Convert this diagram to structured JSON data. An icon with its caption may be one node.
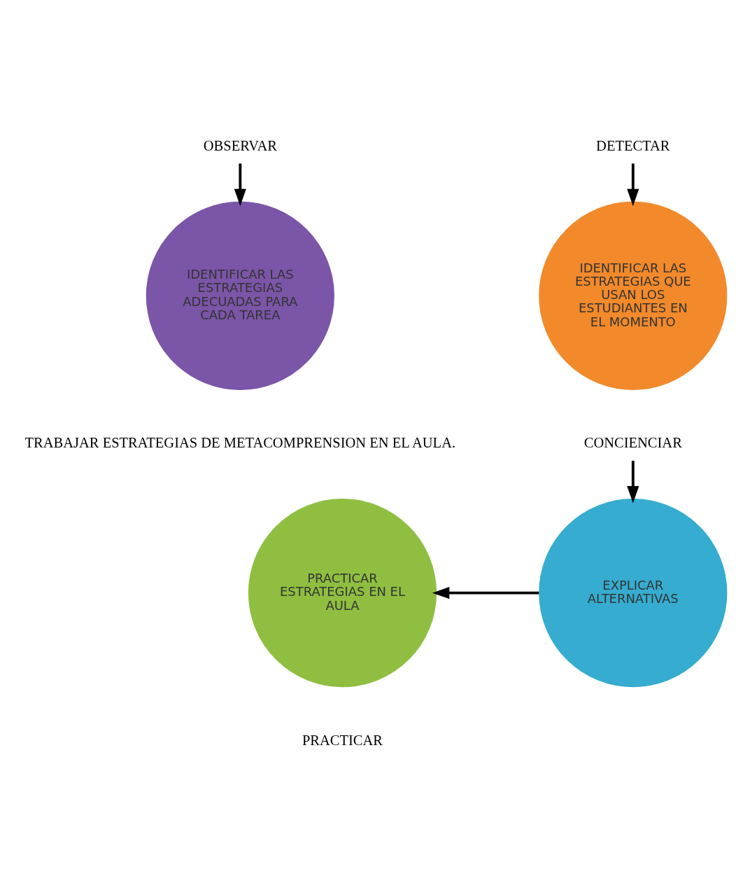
{
  "diagram": {
    "nodes": [
      {
        "text": [
          "OBSERVAR"
        ]
      },
      {
        "text": [
          "DETECTAR"
        ]
      },
      {
        "text": [
          "IDENTIFICAR LAS ESTRATEGIAS ADECUADAS PARA CADA TAREA"
        ]
      },
      {
        "text": [
          "IDENTIFICAR LAS ESTRATEGIAS QUE USAN LOS ESTUDIANTES EN EL MOMENTO"
        ]
      },
      {
        "text": [
          "CONCIENCIAR"
        ]
      },
      {
        "text": [
          "EXPLICAR ALTERNATIVAS"
        ]
      },
      {
        "text": [
          "PRACTICAR ESTRATEGIAS EN EL AULA"
        ]
      }
    ],
    "edges": [
      {
        "from": 0,
        "to": 2,
        "arrow": "to"
      },
      {
        "from": 1,
        "to": 3,
        "arrow": "to"
      },
      {
        "from": 4,
        "to": 5,
        "arrow": "to"
      },
      {
        "from": 5,
        "to": 6,
        "arrow": "to"
      }
    ],
    "labels": [
      "TRABAJAR ESTRATEGIAS DE METACOMPRENSION EN EL AULA.",
      "PRACTICAR"
    ]
  }
}
